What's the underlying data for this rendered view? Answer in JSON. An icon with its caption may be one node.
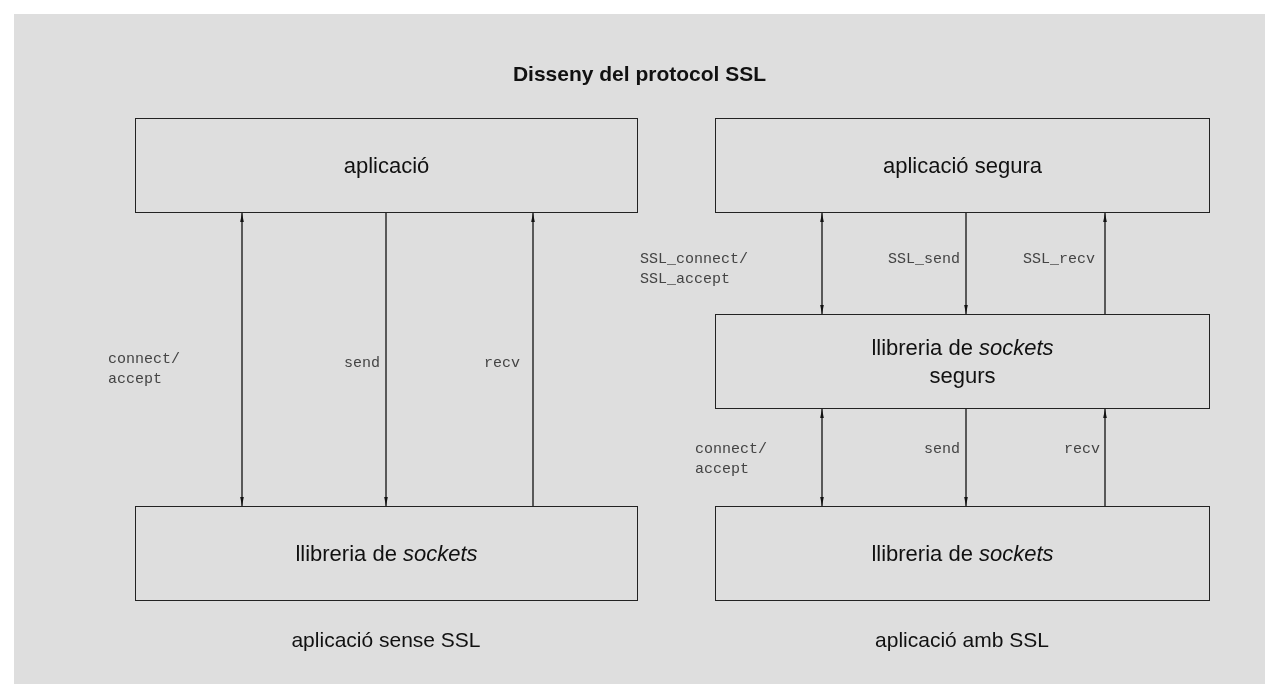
{
  "diagram": {
    "title": "Disseny del protocol SSL",
    "nodes": [
      {
        "text": [
          "aplicació"
        ]
      },
      {
        "text": [
          "llibreria de *sockets*"
        ]
      },
      {
        "text": [
          "aplicació segura"
        ]
      },
      {
        "text": [
          "llibreria de *sockets* segurs"
        ]
      },
      {
        "text": [
          "llibreria de *sockets*"
        ]
      }
    ],
    "edges": [
      {
        "from": 0,
        "to": 1,
        "arrow": "both",
        "label": "connect/ accept"
      },
      {
        "from": 0,
        "to": 1,
        "arrow": "to",
        "label": "send"
      },
      {
        "from": 1,
        "to": 0,
        "arrow": "to",
        "label": "recv"
      },
      {
        "from": 2,
        "to": 3,
        "arrow": "both",
        "label": "SSL_connect/ SSL_accept"
      },
      {
        "from": 2,
        "to": 3,
        "arrow": "to",
        "label": "SSL_send"
      },
      {
        "from": 3,
        "to": 2,
        "arrow": "to",
        "label": "SSL_recv"
      },
      {
        "from": 3,
        "to": 4,
        "arrow": "both",
        "label": "connect/ accept"
      },
      {
        "from": 3,
        "to": 4,
        "arrow": "to",
        "label": "send"
      },
      {
        "from": 4,
        "to": 3,
        "arrow": "to",
        "label": "recv"
      }
    ],
    "labels": [
      "aplicació sense SSL",
      "aplicació amb SSL"
    ]
  }
}
